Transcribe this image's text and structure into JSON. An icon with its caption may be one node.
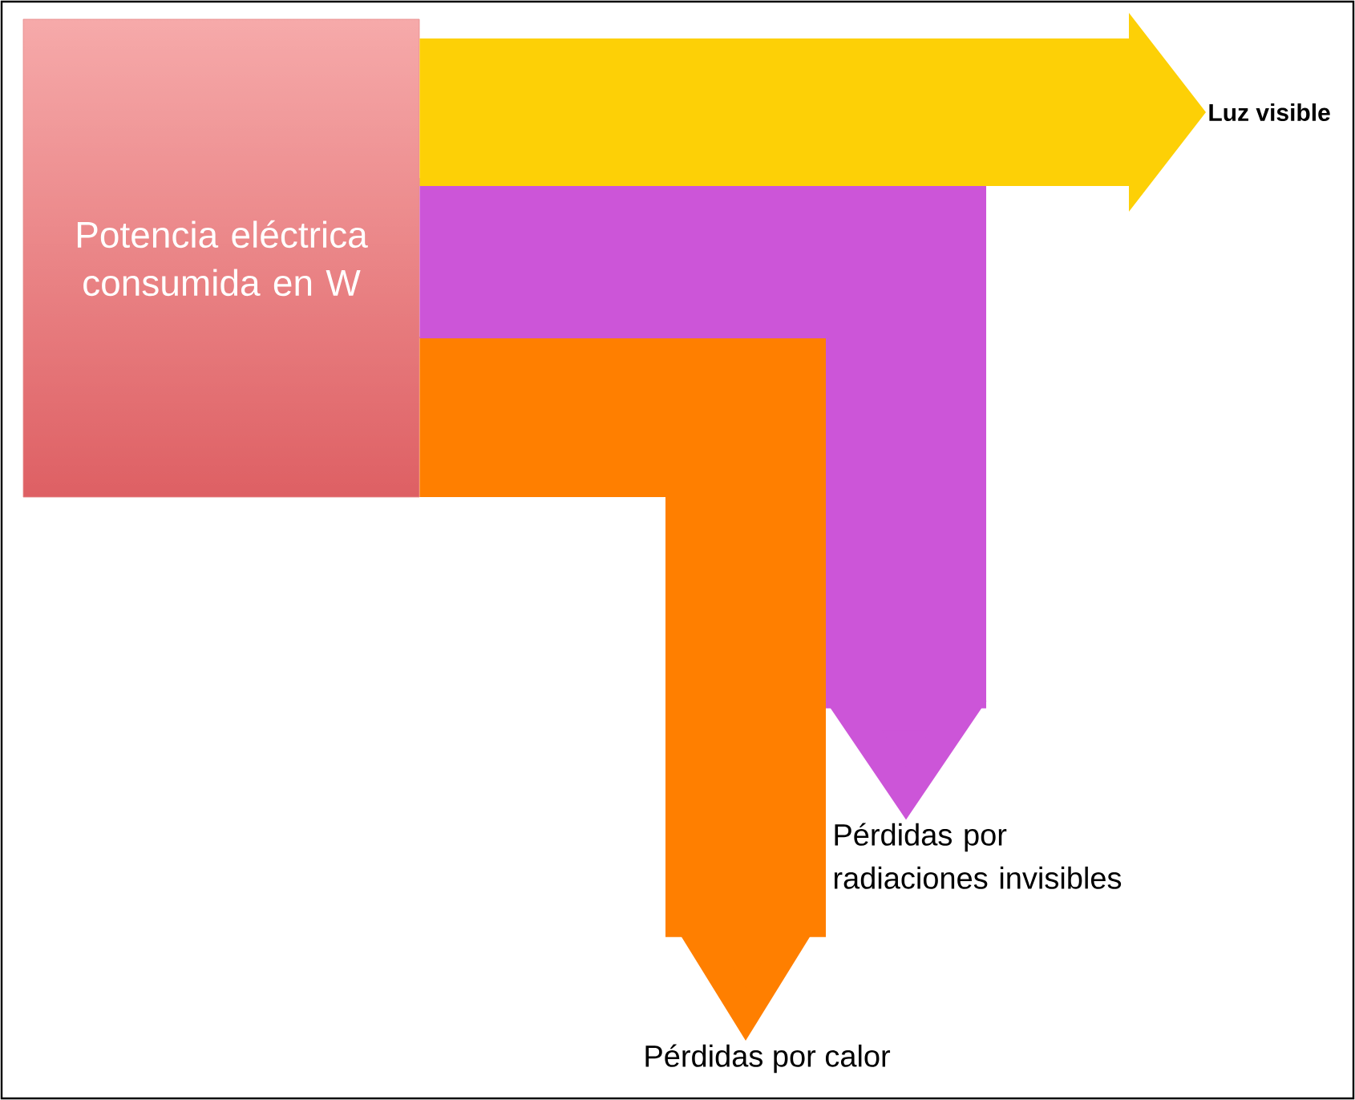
{
  "diagram": {
    "nodes": [
      {
        "text": [
          "Potencia eléctrica consumida en W"
        ]
      },
      {
        "text": [
          "Luz visible"
        ]
      },
      {
        "text": [
          "Pérdidas por radiaciones invisibles"
        ]
      },
      {
        "text": [
          "Pérdidas por calor"
        ]
      }
    ],
    "edges": [
      {
        "from": 0,
        "to": 1,
        "arrow": "to",
        "color": "#fdd006"
      },
      {
        "from": 0,
        "to": 2,
        "arrow": "to",
        "color": "#cc55d8"
      },
      {
        "from": 0,
        "to": 3,
        "arrow": "to",
        "color": "#ff7f00"
      }
    ]
  }
}
